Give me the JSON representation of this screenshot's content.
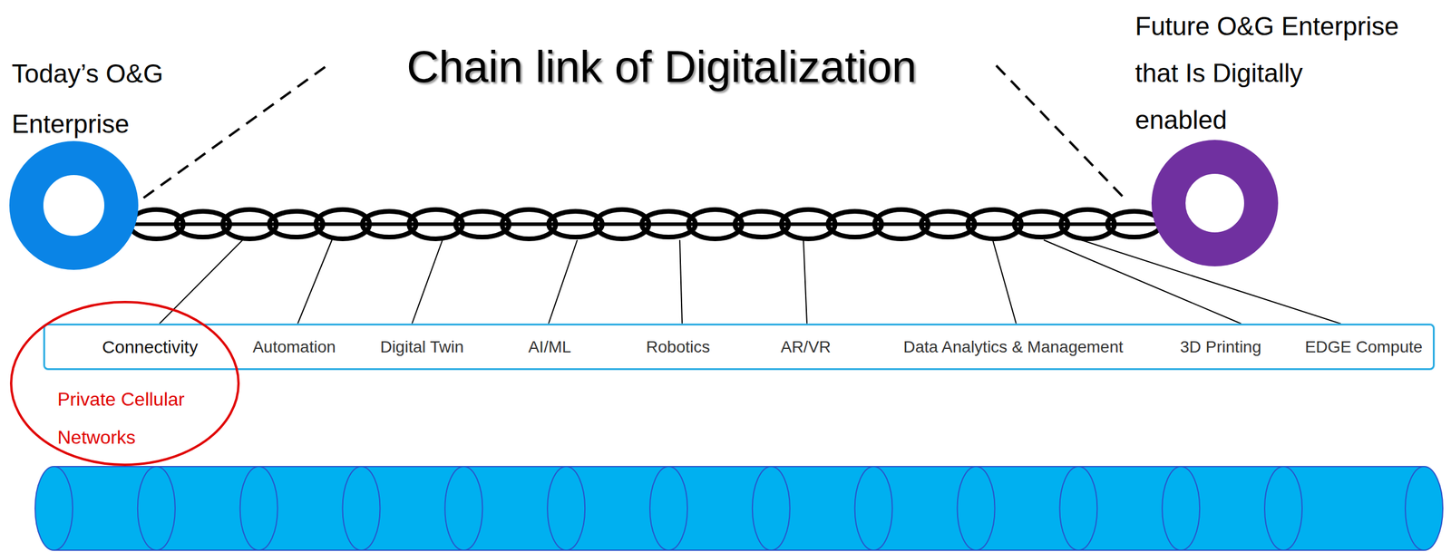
{
  "diagram": {
    "title": "Chain link of Digitalization",
    "nodes": [
      {
        "text": [
          "Today’s O&G Enterprise"
        ]
      },
      {
        "text": [
          "Future O&G Enterprise that Is Digitally enabled"
        ]
      },
      {
        "text": [
          "Connectivity",
          "Automation",
          "Digital Twin",
          "AI/ML",
          "Robotics",
          "AR/VR",
          "Data Analytics & Management",
          "3D Printing",
          "EDGE Compute"
        ]
      },
      {
        "text": [
          "Private Cellular Networks"
        ]
      }
    ],
    "edges": [
      {
        "from": 0,
        "to": 1,
        "arrow": "none"
      }
    ]
  }
}
